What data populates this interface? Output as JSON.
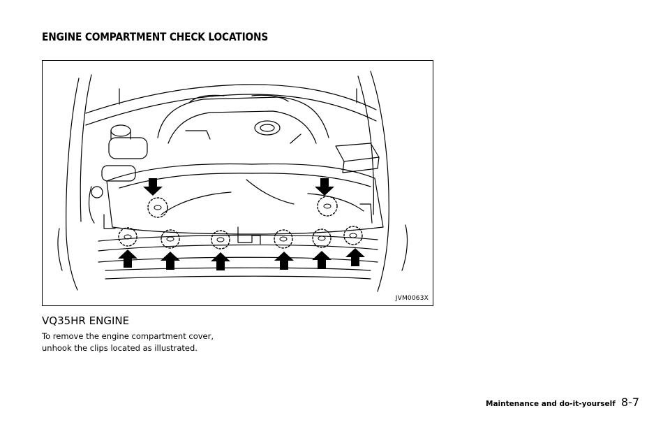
{
  "page": {
    "section_heading": "ENGINE COMPARTMENT CHECK LOCATIONS",
    "figure": {
      "code": "JVM0063X",
      "icons": [
        "engine-compartment-illustration",
        "clip-location-circle",
        "arrow-up-icon",
        "arrow-down-icon"
      ]
    },
    "subheading": "VQ35HR ENGINE",
    "body_lines": [
      "To remove the engine compartment cover,",
      "unhook the clips located as illustrated."
    ],
    "footer": {
      "section_name": "Maintenance and do-it-yourself",
      "page_number": "8-7"
    }
  }
}
